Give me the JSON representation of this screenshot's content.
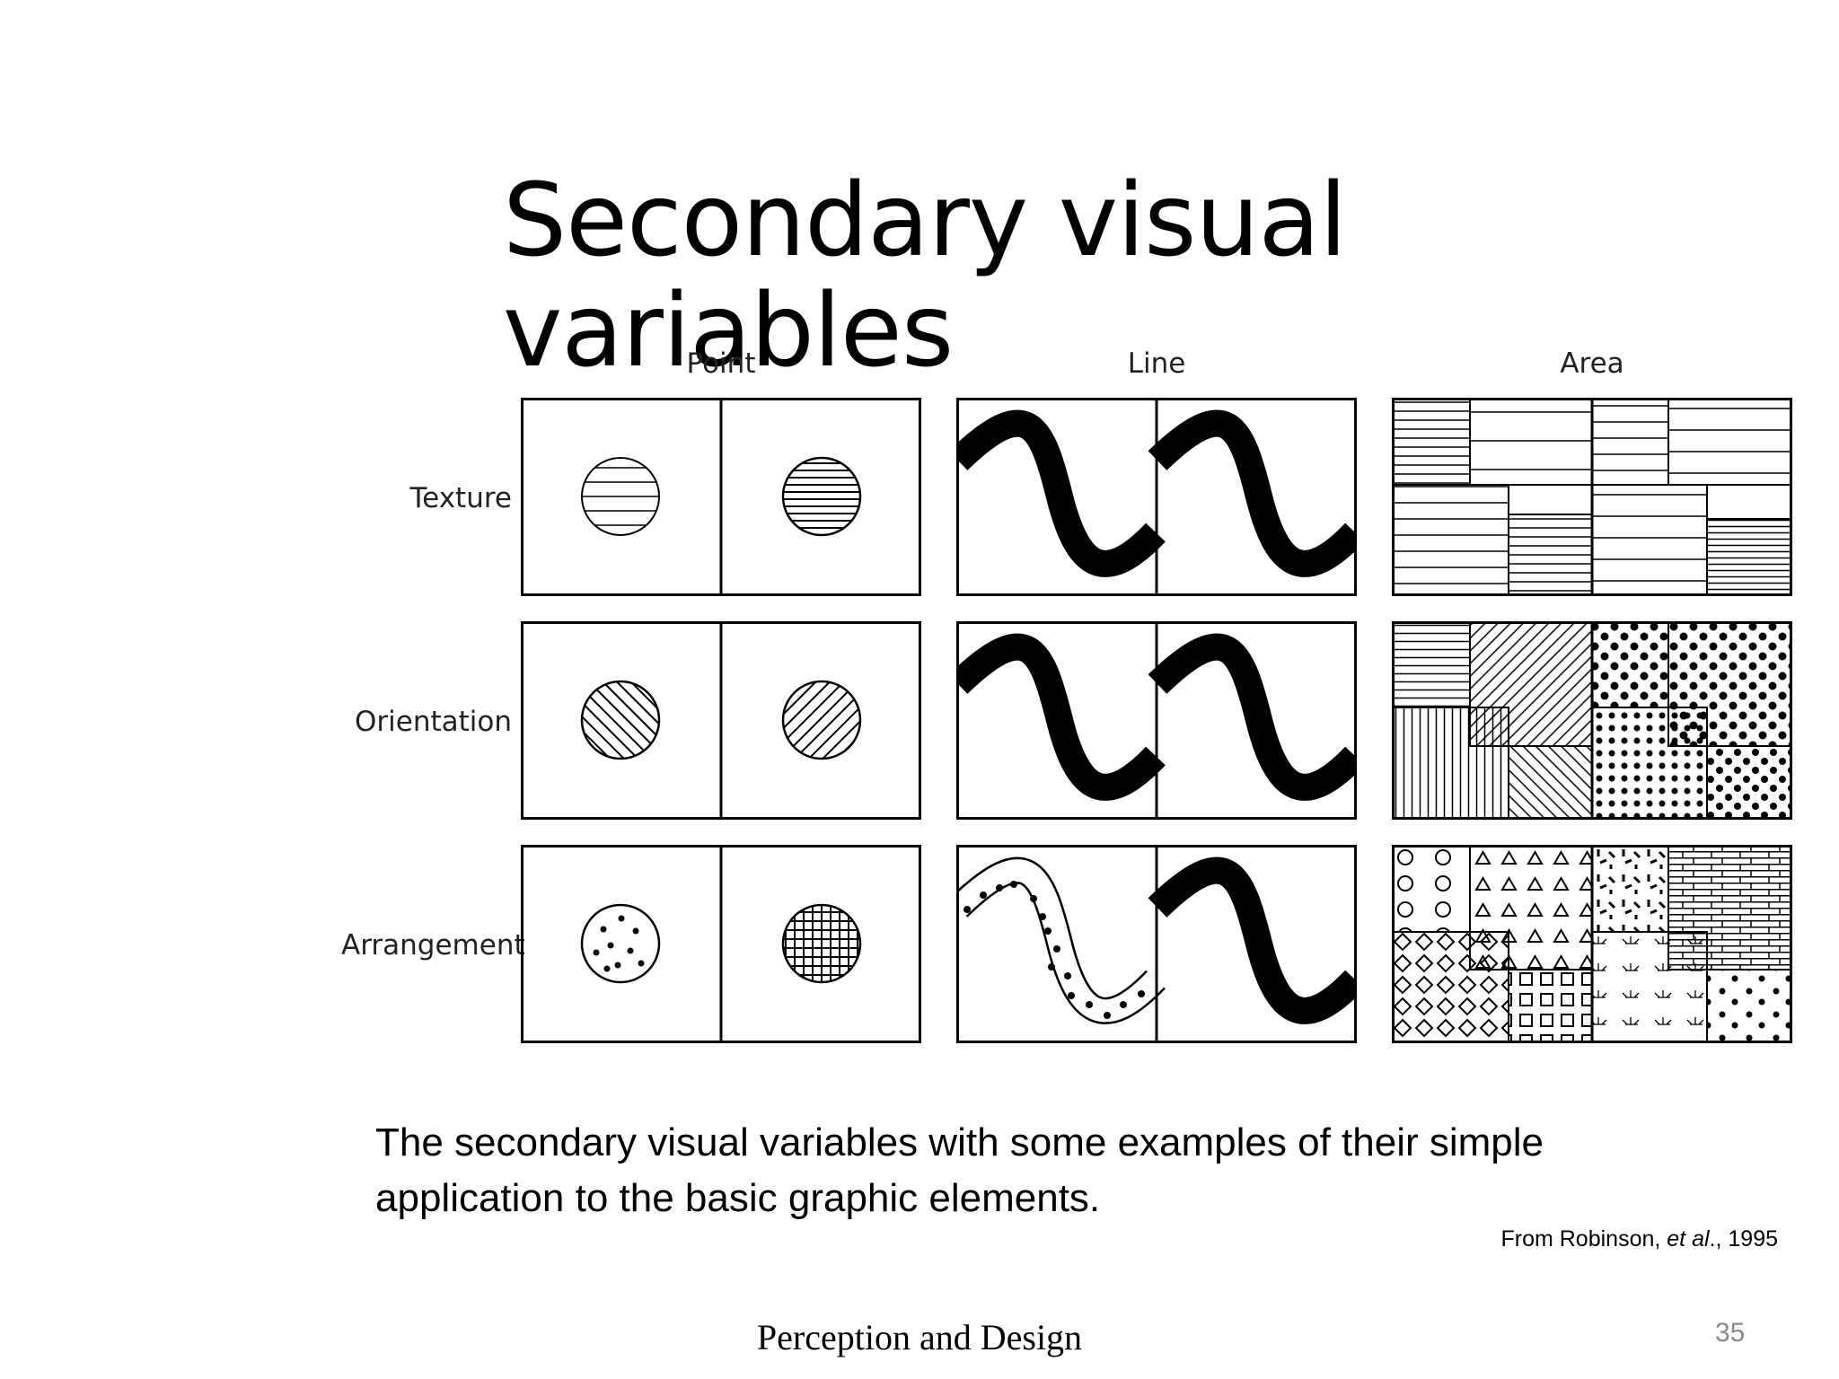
{
  "slide": {
    "title": "Secondary visual variables",
    "caption_line1": "The secondary visual variables with some examples of their simple",
    "caption_line2": "application to the basic graphic elements.",
    "source_prefix": "From Robinson, ",
    "source_italic": "et al",
    "source_suffix": "., 1995",
    "footer": "Perception and Design",
    "page_number": "35"
  },
  "figure": {
    "columns": [
      "Point",
      "Line",
      "Area"
    ],
    "rows": [
      "Texture",
      "Orientation",
      "Arrangement"
    ]
  }
}
